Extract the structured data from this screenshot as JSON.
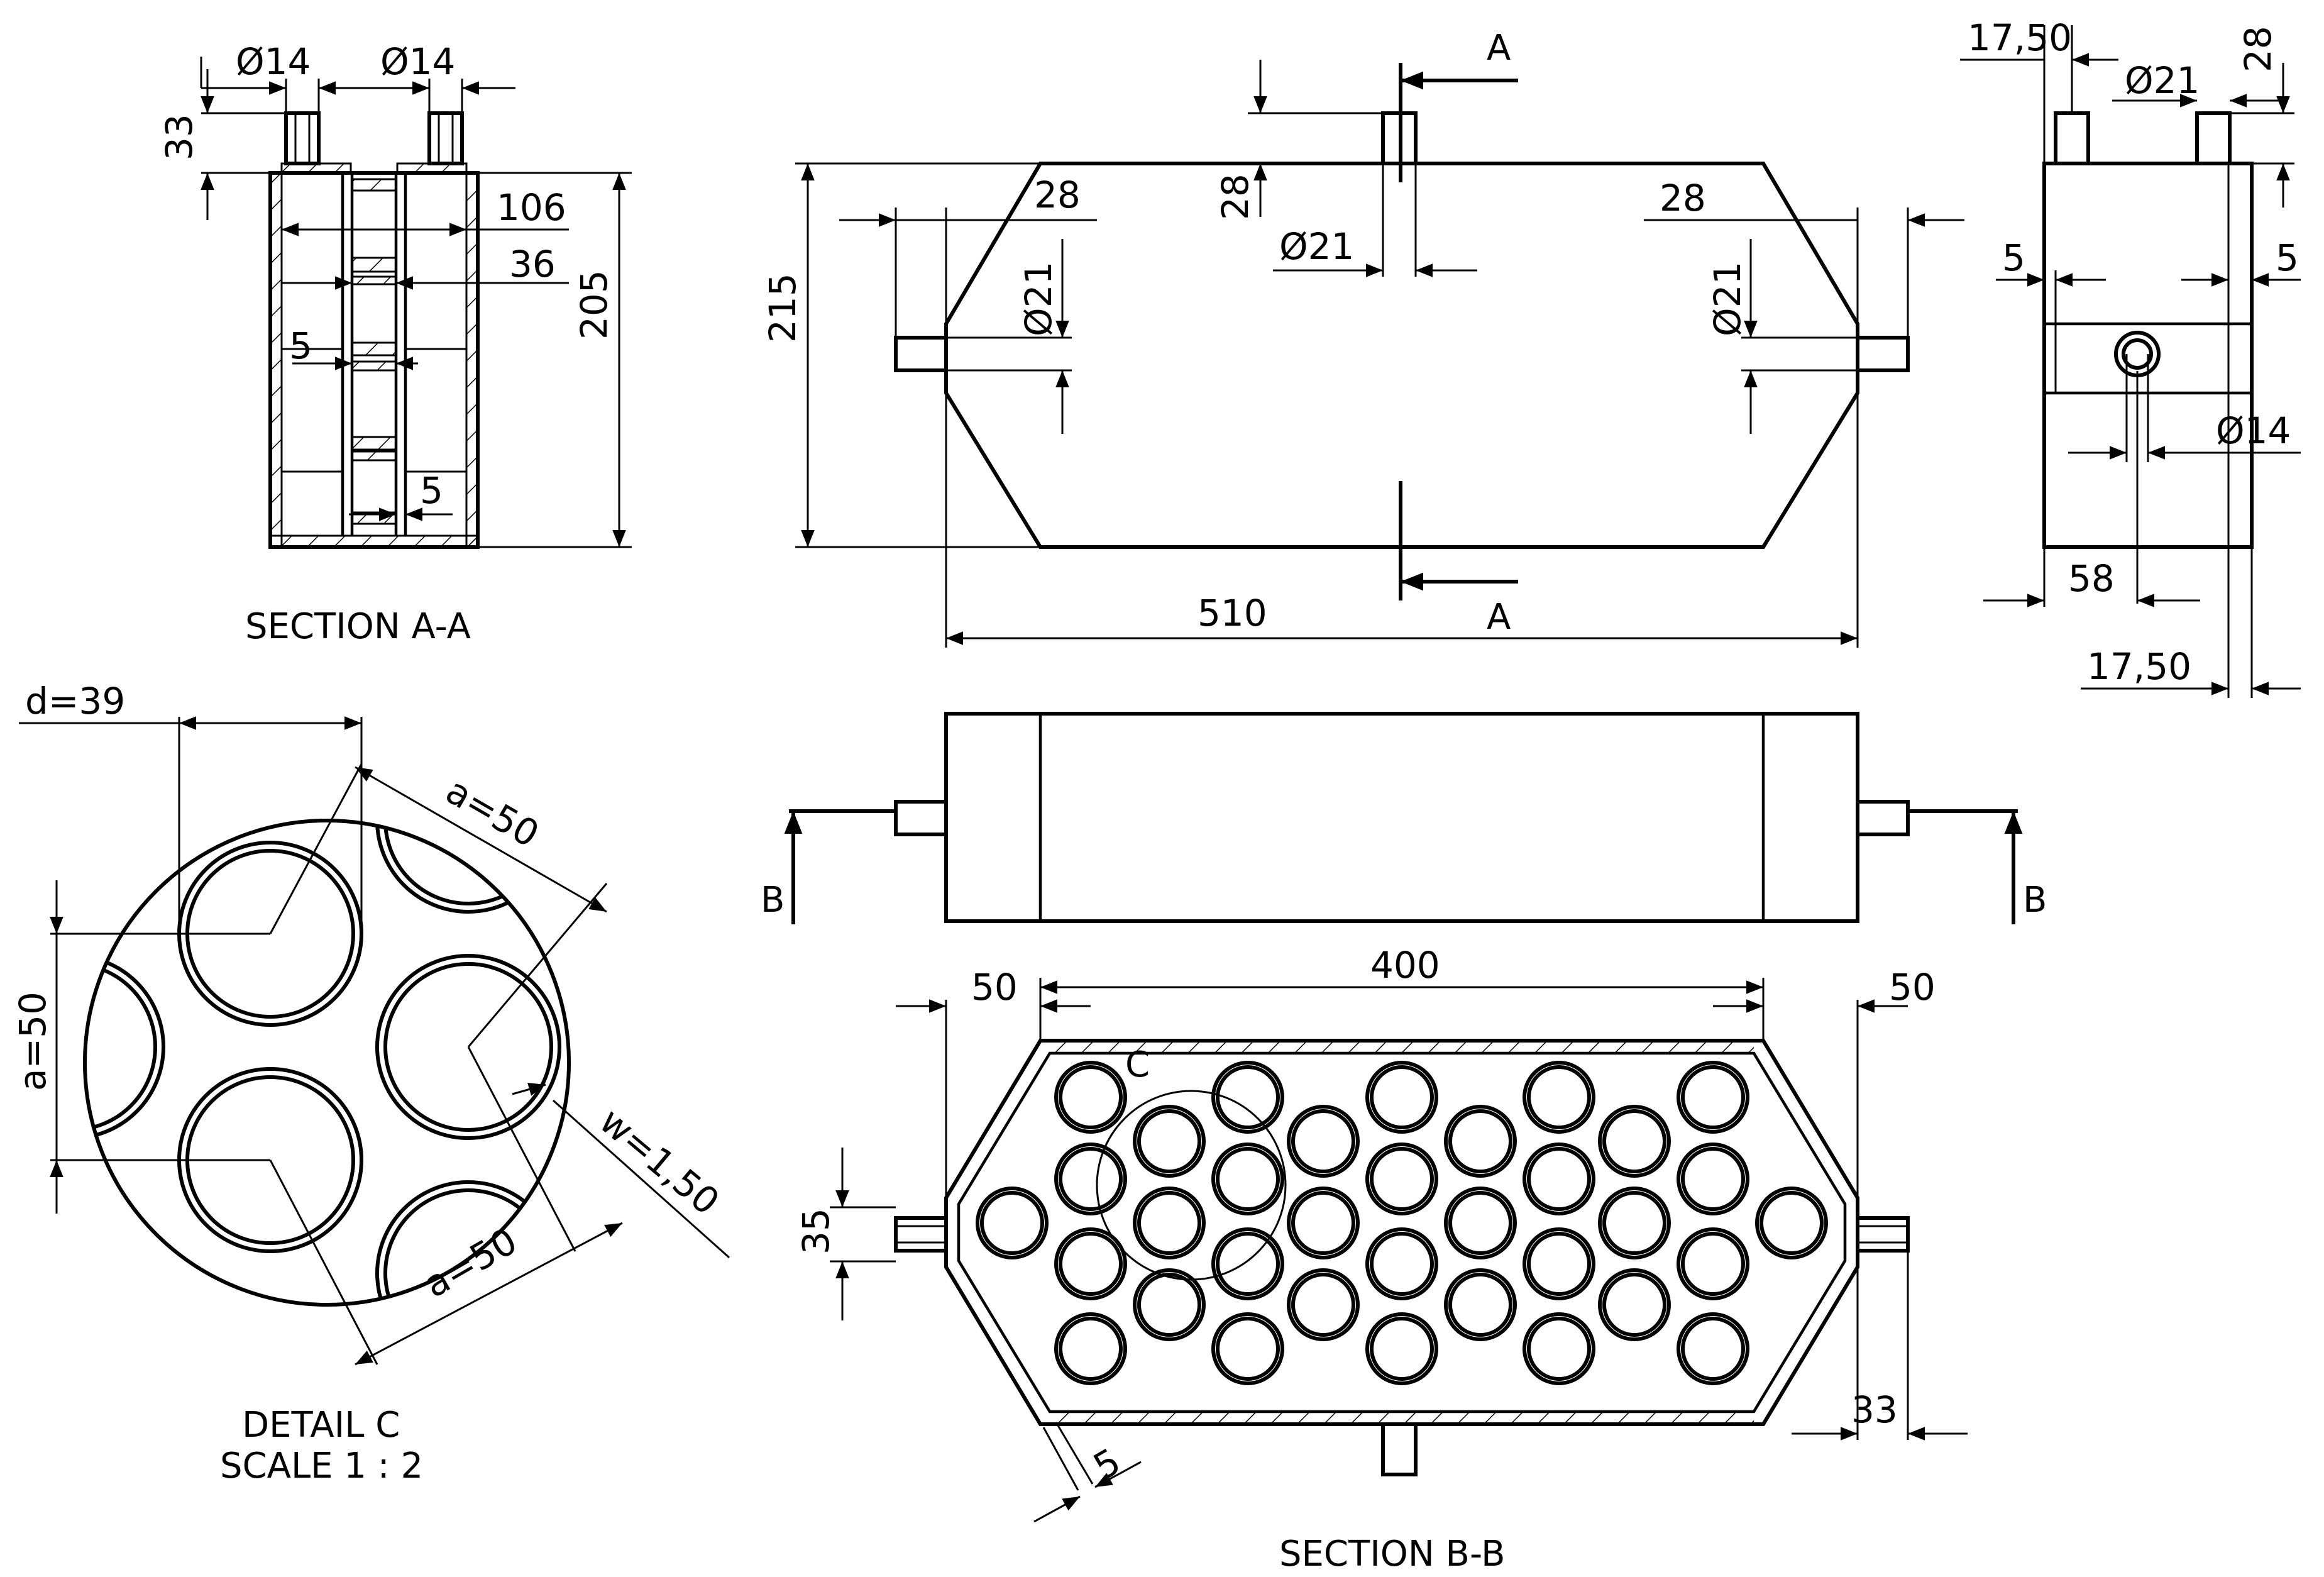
{
  "dimensions": {
    "phi14": "Ø14",
    "phi21": "Ø21",
    "d33": "33",
    "d106": "106",
    "d36": "36",
    "d5": "5",
    "d205": "205",
    "d28": "28",
    "d215": "215",
    "d510": "510",
    "d17_50": "17,50",
    "d58": "58",
    "d50": "50",
    "d400": "400",
    "d35": "35",
    "d39": "d=39",
    "a50": "a=50",
    "w150": "w=1,50"
  },
  "labels": {
    "section_aa": "SECTION A-A",
    "section_bb": "SECTION B-B",
    "detail_c": "DETAIL C",
    "scale": "SCALE 1 : 2",
    "cut_a": "A",
    "cut_b": "B",
    "detail_marker": "C"
  }
}
